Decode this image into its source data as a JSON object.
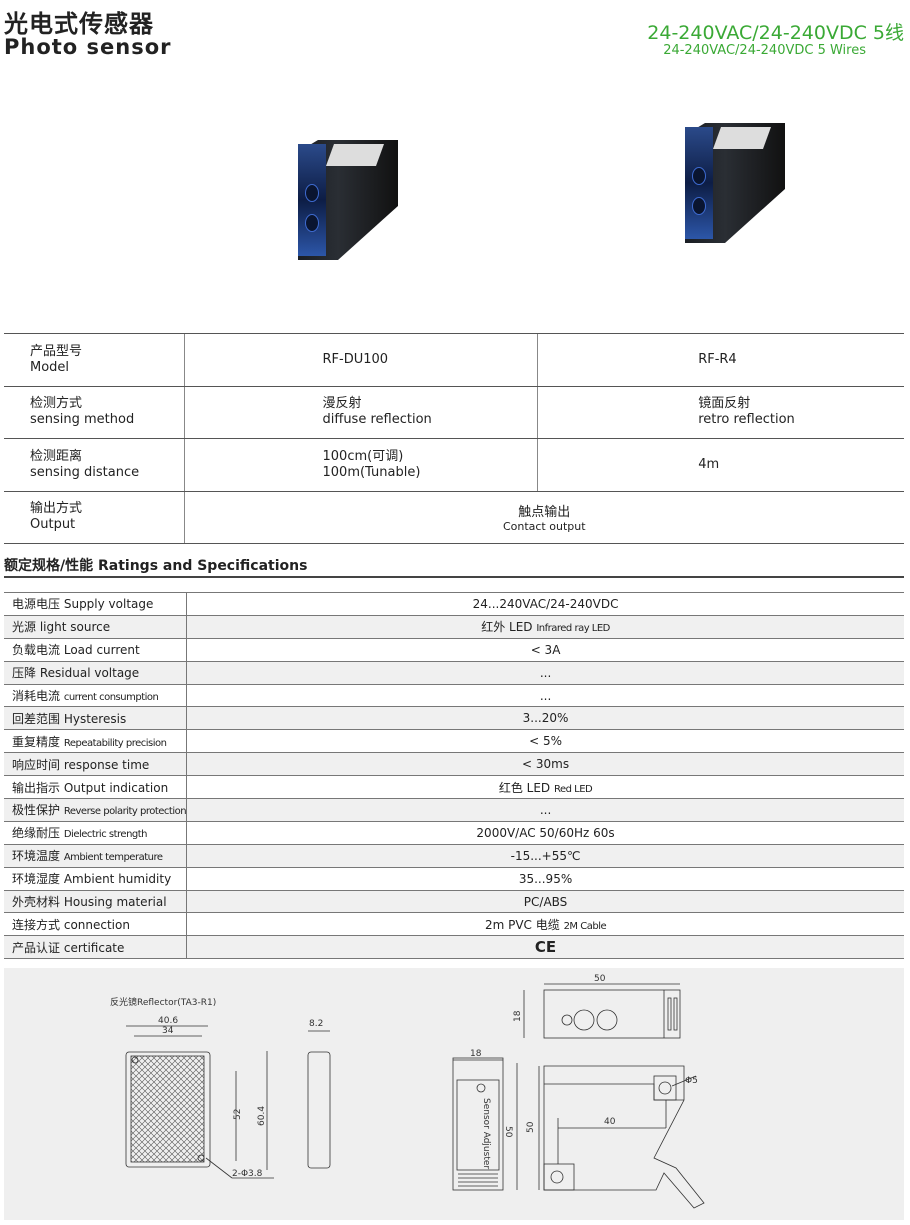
{
  "header": {
    "title_cn": "光电式传感器",
    "title_en": "Photo sensor",
    "voltage_cn": "24-240VAC/24-240VDC  5线",
    "voltage_en": "24-240VAC/24-240VDC 5 Wires"
  },
  "models": {
    "rows": [
      {
        "label_cn": "产品型号",
        "label_en": "Model",
        "a": "RF-DU100",
        "b": "RF-R4"
      },
      {
        "label_cn": "检测方式",
        "label_en": "sensing method",
        "a_cn": "漫反射",
        "a_en": "diffuse reflection",
        "b_cn": "镜面反射",
        "b_en": "retro reflection"
      },
      {
        "label_cn": "检测距离",
        "label_en": "sensing distance",
        "a_cn": "100cm(可调)",
        "a_en": "100m(Tunable)",
        "b": "4m"
      },
      {
        "label_cn": "输出方式",
        "label_en": "Output",
        "v_cn": "触点输出",
        "v_en": "Contact output"
      }
    ]
  },
  "specs": {
    "heading": "额定规格/性能 Ratings and Specifications",
    "rows": [
      {
        "cn": "电源电压",
        "en": "Supply voltage",
        "v": "24...240VAC/24-240VDC"
      },
      {
        "cn": "光源",
        "en": "light source",
        "v": "红外 LED",
        "v2": "Infrared ray LED"
      },
      {
        "cn": "负载电流",
        "en": "Load current",
        "v": "< 3A"
      },
      {
        "cn": "压降",
        "en": "Residual voltage",
        "v": "..."
      },
      {
        "cn": "消耗电流",
        "en": "current consumption",
        "v": "..."
      },
      {
        "cn": "回差范围",
        "en": "Hysteresis",
        "v": "3...20%"
      },
      {
        "cn": "重复精度",
        "en": "Repeatability precision",
        "v": "< 5%"
      },
      {
        "cn": "响应时间",
        "en": "response time",
        "v": "< 30ms"
      },
      {
        "cn": "输出指示",
        "en": "Output indication",
        "v": "红色 LED",
        "v2": "Red LED"
      },
      {
        "cn": "极性保护",
        "en": "Reverse polarity protection",
        "v": "..."
      },
      {
        "cn": "绝缘耐压",
        "en": "Dielectric strength",
        "v": "2000V/AC  50/60Hz 60s"
      },
      {
        "cn": "环境温度",
        "en": "Ambient temperature",
        "v": "-15...+55℃"
      },
      {
        "cn": "环境湿度",
        "en": "Ambient humidity",
        "v": "35...95%"
      },
      {
        "cn": "外壳材料",
        "en": "Housing material",
        "v": "PC/ABS"
      },
      {
        "cn": "连接方式",
        "en": "connection",
        "v": "2m  PVC 电缆",
        "v2": "2M Cable"
      },
      {
        "cn": "产品认证",
        "en": "certificate",
        "v": "CE"
      }
    ]
  },
  "drawing": {
    "reflector_title": "反光镜Reflector(TA3-R1)",
    "dims": {
      "w_outer": "40.6",
      "w_inner": "34",
      "thick": "8.2",
      "h_inner": "52",
      "h_outer": "60.4",
      "holes": "2-Φ3.8",
      "s_width": "50",
      "s_height": "18",
      "s_side_w": "18",
      "s_side_h": "50",
      "s_front_h": "50",
      "s_hole": "Φ5",
      "s_mid": "40"
    },
    "sensor_text": "Sensor Adjuster"
  }
}
